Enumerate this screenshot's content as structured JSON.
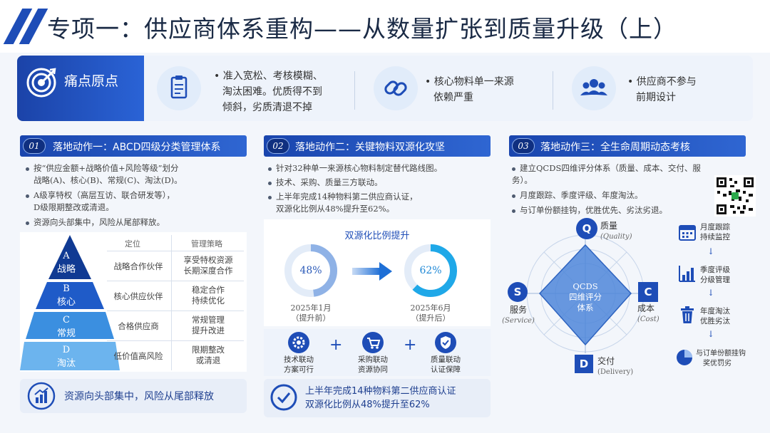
{
  "title": "专项一：供应商体系重构——从数量扩张到质量升级（上）",
  "pain": {
    "label": "痛点原点",
    "items": [
      {
        "icon": "clipboard-icon",
        "lines": [
          "• 准入宽松、考核模糊、",
          "淘汰困难。优质得不到",
          "倾斜，劣质清退不掉"
        ]
      },
      {
        "icon": "link-icon",
        "lines": [
          "• 核心物料单一来源",
          "依赖严重"
        ]
      },
      {
        "icon": "users-icon",
        "lines": [
          "• 供应商不参与",
          "前期设计"
        ]
      }
    ]
  },
  "sec1": {
    "num": "01",
    "title": "落地动作一：ABCD四级分类管理体系",
    "bullets": [
      [
        "按“供应金额+战略价值+风险等级”划分",
        "战略(A)、核心(B)、常规(C)、淘汰(D)。"
      ],
      [
        "A级享特权（高层互访、联合研发等），",
        "D级限期整改或清退。"
      ],
      [
        "资源向头部集中，风险从尾部释放。"
      ]
    ],
    "table_headers": [
      "定位",
      "管理策略"
    ],
    "levels": [
      {
        "letter": "A",
        "name": "战略",
        "pos": "战略合作伙伴",
        "strategy": [
          "享受特权资源",
          "长期深度合作"
        ]
      },
      {
        "letter": "B",
        "name": "核心",
        "pos": "核心供应伙伴",
        "strategy": [
          "稳定合作",
          "持续优化"
        ]
      },
      {
        "letter": "C",
        "name": "常规",
        "pos": "合格供应商",
        "strategy": [
          "常规管理",
          "提升改进"
        ]
      },
      {
        "letter": "D",
        "name": "淘汰",
        "pos": "低价值高风险",
        "strategy": [
          "限期整改",
          "或清退"
        ]
      }
    ],
    "footer": "资源向头部集中，风险从尾部释放"
  },
  "sec2": {
    "num": "02",
    "title": "落地动作二：关键物料双源化攻坚",
    "bullets": [
      [
        "针对32种单一来源核心物料制定替代路线图。"
      ],
      [
        "技术、采购、质量三方联动。"
      ],
      [
        "上半年完成14种物料第二供应商认证，",
        "双源化比例从48%提升至62%。"
      ]
    ],
    "chart_title": "双源化比例提升",
    "before": {
      "pct": "48%",
      "value": 48,
      "date": "2025年1月",
      "note": "（提升前）"
    },
    "after": {
      "pct": "62%",
      "value": 62,
      "date": "2025年6月",
      "note": "（提升后）"
    },
    "links": [
      {
        "icon": "gear-icon",
        "lines": [
          "技术联动",
          "方案可行"
        ]
      },
      {
        "icon": "cart-icon",
        "lines": [
          "采购联动",
          "资源协同"
        ]
      },
      {
        "icon": "shield-check-icon",
        "lines": [
          "质量联动",
          "认证保障"
        ]
      }
    ],
    "plus": "+",
    "footer": [
      "上半年完成14种物料第二供应商认证",
      "双源化比例从48%提升至62%"
    ]
  },
  "sec3": {
    "num": "03",
    "title": "落地动作三：全生命周期动态考核",
    "bullets": [
      [
        "建立QCDS四维评分体系（质量、成本、交付、服务）。"
      ],
      [
        "月度跟踪、季度评级、年度淘汰。"
      ],
      [
        "与订单份额挂钩，优胜优先、劣汰劣退。"
      ]
    ],
    "center": [
      "QCDS",
      "四维评分",
      "体系"
    ],
    "dims": [
      {
        "letter": "Q",
        "name": "质量",
        "en": "(Quality)"
      },
      {
        "letter": "C",
        "name": "成本",
        "en": "(Cost)"
      },
      {
        "letter": "D",
        "name": "交付",
        "en": "(Delivery)"
      },
      {
        "letter": "S",
        "name": "服务",
        "en": "(Service)"
      }
    ],
    "steps": [
      {
        "icon": "calendar-icon",
        "lines": [
          "月度跟踪",
          "持续监控"
        ]
      },
      {
        "icon": "bar-chart-icon",
        "lines": [
          "季度评级",
          "分级管理"
        ]
      },
      {
        "icon": "trash-icon",
        "lines": [
          "年度淘汰",
          "优胜劣汰"
        ]
      },
      {
        "icon": "pie-chart-icon",
        "lines": [
          "与订单份额挂钩",
          "奖优罚劣"
        ]
      }
    ],
    "arrow": "↓"
  }
}
